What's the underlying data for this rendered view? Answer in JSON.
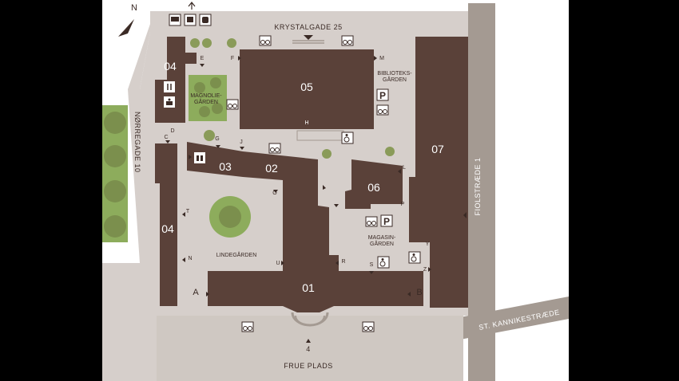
{
  "colors": {
    "frame": "#000000",
    "ground": "#ffffff",
    "street": "#d6cfcb",
    "plaza": "#cfc8c2",
    "road_border": "#a49a92",
    "building": "#5a4139",
    "grass": "#8dac5c",
    "park_bed": "#7e9c52",
    "tree": "#7b8f4d",
    "tree_light": "#8a9b59",
    "icon_fill": "#ffffff",
    "icon_stroke": "#3a2a25",
    "text_dark": "#3a2a25",
    "text_light": "#ffffff"
  },
  "compass": {
    "label": "N",
    "arrow_icon": "north-arrow-icon"
  },
  "streets": {
    "top": "KRYSTALGADE 25",
    "left": "NØRREGADE 10",
    "right": "FIOLSTRÆDE 1",
    "bottom_right": "ST. KANNIKESTRÆDE",
    "bottom": "FRUE PLADS",
    "bottom_entrance": "4"
  },
  "buildings": [
    {
      "id": "04",
      "label": "04"
    },
    {
      "id": "04",
      "label": "04"
    },
    {
      "id": "05",
      "label": "05"
    },
    {
      "id": "07",
      "label": "07"
    },
    {
      "id": "03",
      "label": "03"
    },
    {
      "id": "02",
      "label": "02"
    },
    {
      "id": "06",
      "label": "06"
    },
    {
      "id": "01",
      "label": "01"
    }
  ],
  "courtyards": {
    "magnolie": [
      "MAGNOLIE-",
      "GÅRDEN"
    ],
    "biblioteks": [
      "BIBLIOTEKS-",
      "GÅRDEN"
    ],
    "linde": "LINDEGÅRDEN",
    "magasin": [
      "MAGASIN-",
      "GÅRDEN"
    ]
  },
  "entrances": {
    "E": "E",
    "F": "F",
    "M": "M",
    "D": "D",
    "C": "C",
    "H": "H",
    "G": "G",
    "J": "J",
    "L": "L",
    "O": "O",
    "P": "P",
    "T": "T",
    "N": "N",
    "U": "U",
    "R": "R",
    "S": "S",
    "Y": "Y",
    "Z": "Z",
    "A": "A",
    "B": "B"
  },
  "icons": {
    "parking": "P",
    "restaurant": "restaurant-icon",
    "atm": "atm-icon",
    "toilet": "toilet-icon",
    "wheelchair": "wheelchair-icon",
    "bicycle": "bicycle-icon",
    "bus": "bus-icon",
    "train": "train-icon",
    "metro": "metro-icon"
  }
}
